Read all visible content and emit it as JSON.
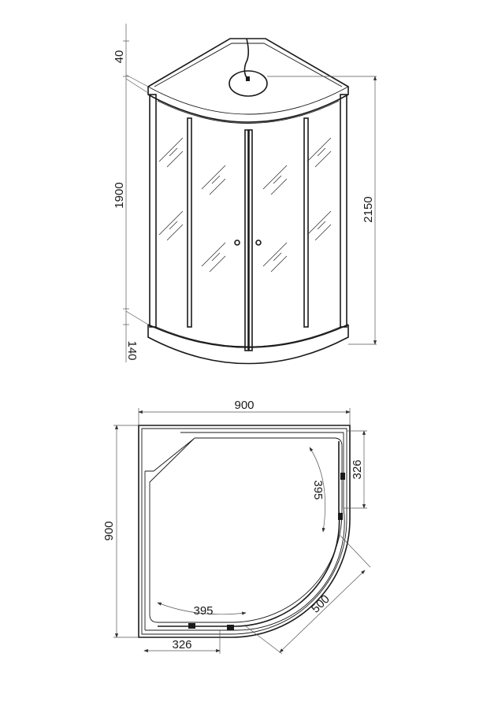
{
  "elevation": {
    "dims": {
      "top_frame": "40",
      "glass_height": "1900",
      "tray_height": "140",
      "total_height": "2150"
    }
  },
  "plan": {
    "dims": {
      "width": "900",
      "depth": "900",
      "fixed_panel_right": "326",
      "fixed_panel_bottom": "326",
      "door_right": "395",
      "door_bottom": "395",
      "entry_width": "500"
    }
  }
}
